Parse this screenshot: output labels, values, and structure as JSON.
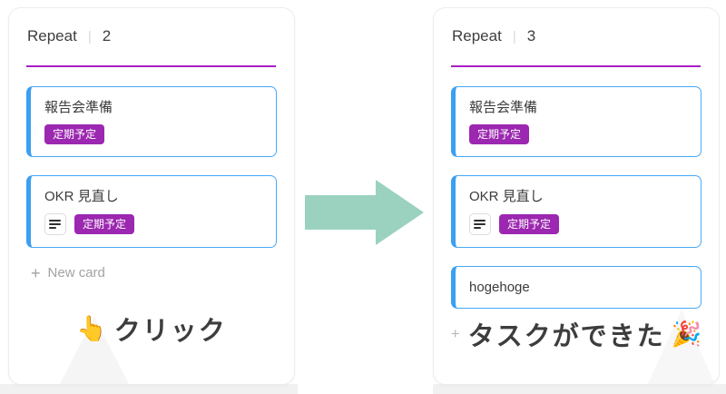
{
  "colors": {
    "accent_line_purple": "#a81ec6",
    "badge_purple": "#9c27b0",
    "card_border_blue": "#47a8f7",
    "card_left_bar_blue": "#3b9ff2",
    "arrow_green": "#9bd2bf",
    "new_card_gray": "#a3a3a3"
  },
  "panels": [
    {
      "name": "before",
      "header": {
        "title": "Repeat",
        "separator": "|",
        "count": "2"
      },
      "cards": [
        {
          "title": "報告会準備",
          "badge": "定期予定"
        },
        {
          "title": "OKR 見直し",
          "badge": "定期予定"
        }
      ],
      "new_card": {
        "plus": "+",
        "label": "New card"
      },
      "annotation": {
        "emoji": "👆",
        "text": "クリック"
      }
    },
    {
      "name": "after",
      "header": {
        "title": "Repeat",
        "separator": "|",
        "count": "3"
      },
      "cards": [
        {
          "title": "報告会準備",
          "badge": "定期予定"
        },
        {
          "title": "OKR 見直し",
          "badge": "定期予定"
        },
        {
          "title": "hogehoge"
        }
      ],
      "new_card": {
        "plus": "+"
      },
      "annotation": {
        "text": "タスクができた",
        "emoji": "🎉"
      }
    }
  ]
}
